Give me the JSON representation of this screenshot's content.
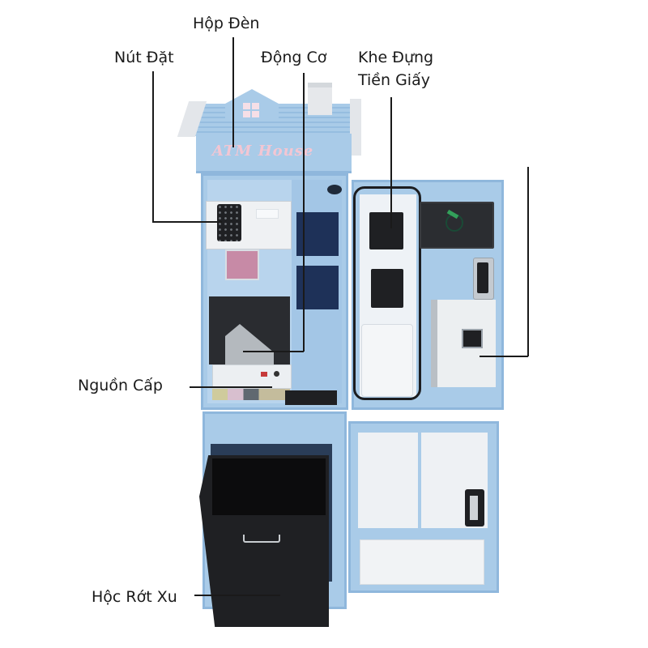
{
  "diagram": {
    "title": "ATM House machine component callouts",
    "sign_text": "ATM House",
    "colors": {
      "cabinet_blue": "#a9cbe8",
      "cabinet_blue_dark": "#8fb7dc",
      "sign_pink": "#f3c6d3",
      "bin_black": "#1f2023",
      "navy_panel": "#1e3158",
      "line": "#1a1a1a"
    },
    "callouts": [
      {
        "id": "hop-den",
        "label": "Hộp Đèn"
      },
      {
        "id": "nut-dat",
        "label": "Nút Đặt"
      },
      {
        "id": "dong-co",
        "label": "Động Cơ"
      },
      {
        "id": "khe-dung-tien-giay",
        "label_line1": "Khe Đựng",
        "label_line2": "Tiền Giấy"
      },
      {
        "id": "nguon-cap",
        "label": "Nguồn Cấp"
      },
      {
        "id": "hoc-rot-xu",
        "label": "Hộc Rớt Xu"
      },
      {
        "id": "right-unlabeled",
        "label": ""
      }
    ]
  }
}
